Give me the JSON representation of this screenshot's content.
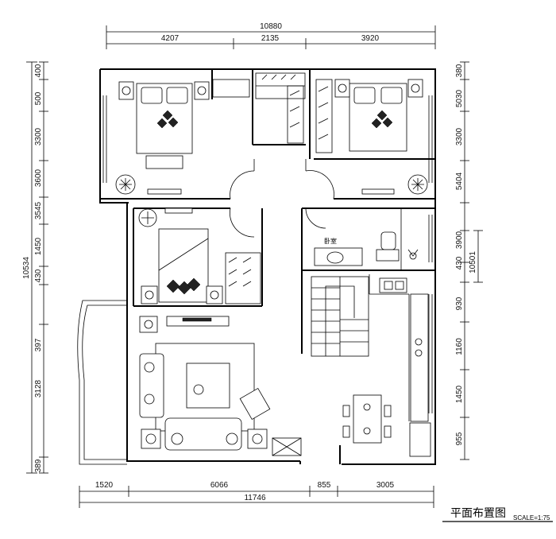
{
  "title": "平面布置图",
  "scale": "SCALE=1:75",
  "dimensions": {
    "top_total": "10880",
    "top_segments": [
      "4207",
      "2135",
      "3920"
    ],
    "bottom_segments": [
      "1520",
      "6066",
      "855",
      "3005"
    ],
    "bottom_total": "11746",
    "left_total": "10534",
    "left_segments": [
      "400",
      "500",
      "3300",
      "3600",
      "3545",
      "1450",
      "430",
      "397",
      "3128",
      "389"
    ],
    "right_total": "10501",
    "right_segments": [
      "380",
      "5030",
      "3300",
      "5404",
      "3900",
      "430",
      "930",
      "1160",
      "1450",
      "955"
    ]
  },
  "room_labels": {
    "bathroom": "卧室"
  }
}
